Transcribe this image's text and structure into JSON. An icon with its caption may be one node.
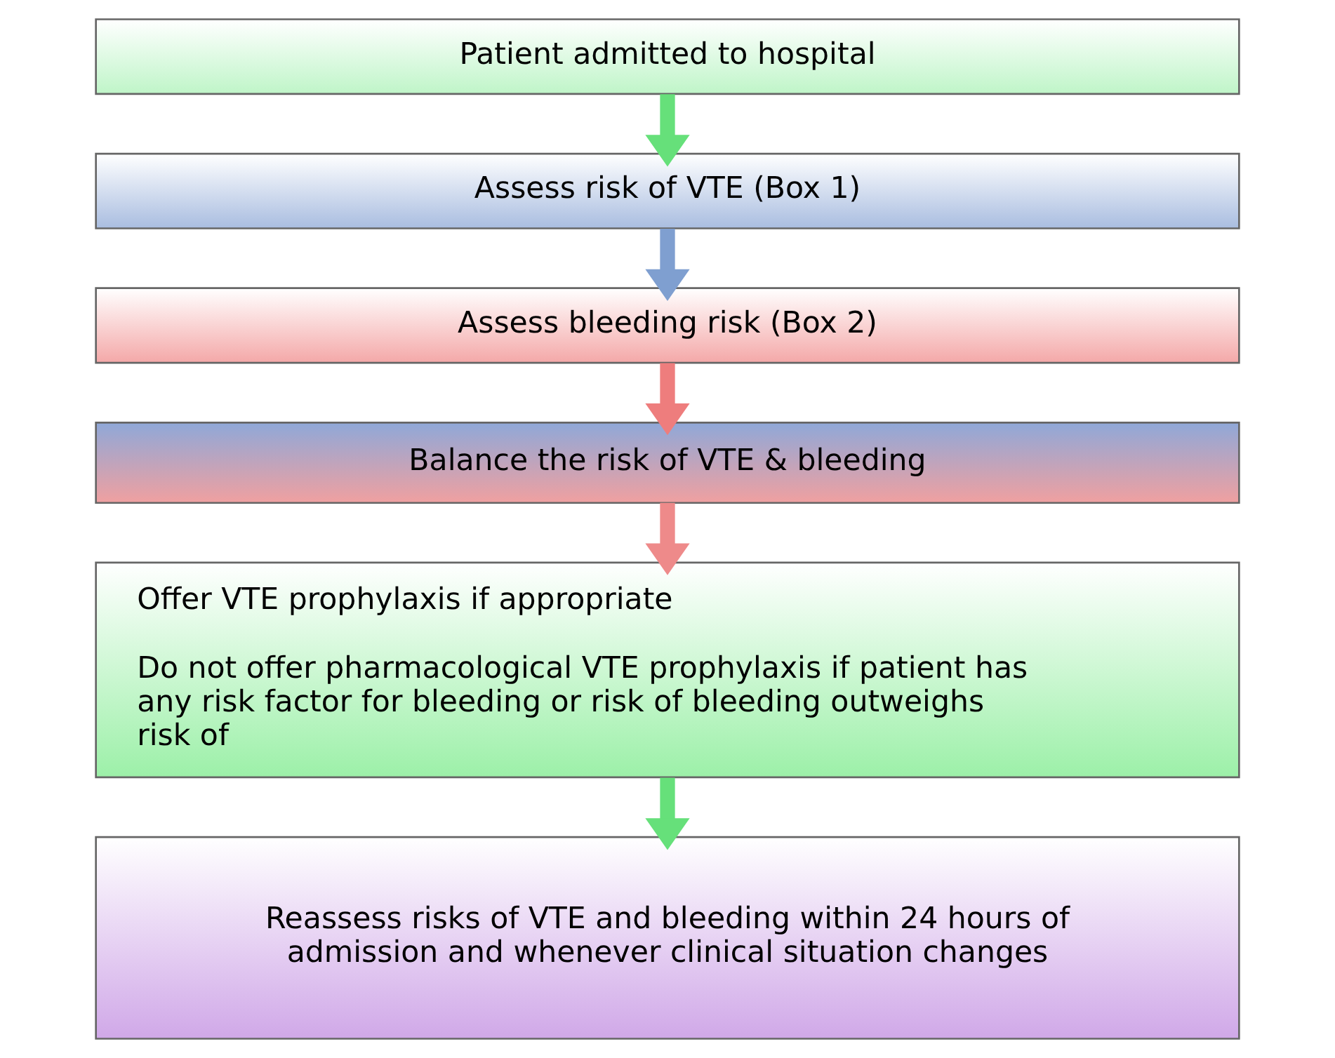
{
  "diagram": {
    "nodes": [
      {
        "text": [
          "Patient admitted to hospital"
        ]
      },
      {
        "text": [
          "Assess risk of VTE (Box 1)"
        ]
      },
      {
        "text": [
          "Assess bleeding risk (Box 2)"
        ]
      },
      {
        "text": [
          "Balance the risk of VTE & bleeding"
        ]
      },
      {
        "text": [
          "Offer VTE prophylaxis if appropriate",
          "Do not offer pharmacological VTE prophylaxis if patient has any risk factor for bleeding or risk of bleeding outweighs risk of"
        ]
      },
      {
        "text": [
          "Reassess risks of VTE and bleeding within 24 hours of admission and whenever clinical situation changes"
        ]
      }
    ],
    "edges": [
      {
        "from": 0,
        "to": 1,
        "arrow": "to",
        "color": "#66e07a"
      },
      {
        "from": 1,
        "to": 2,
        "arrow": "to",
        "color": "#7f9fd0"
      },
      {
        "from": 2,
        "to": 3,
        "arrow": "to",
        "color": "#ee7d7d"
      },
      {
        "from": 3,
        "to": 4,
        "arrow": "to",
        "color": "#ee8a8a"
      },
      {
        "from": 4,
        "to": 5,
        "arrow": "to",
        "color": "#66e07a"
      }
    ]
  }
}
